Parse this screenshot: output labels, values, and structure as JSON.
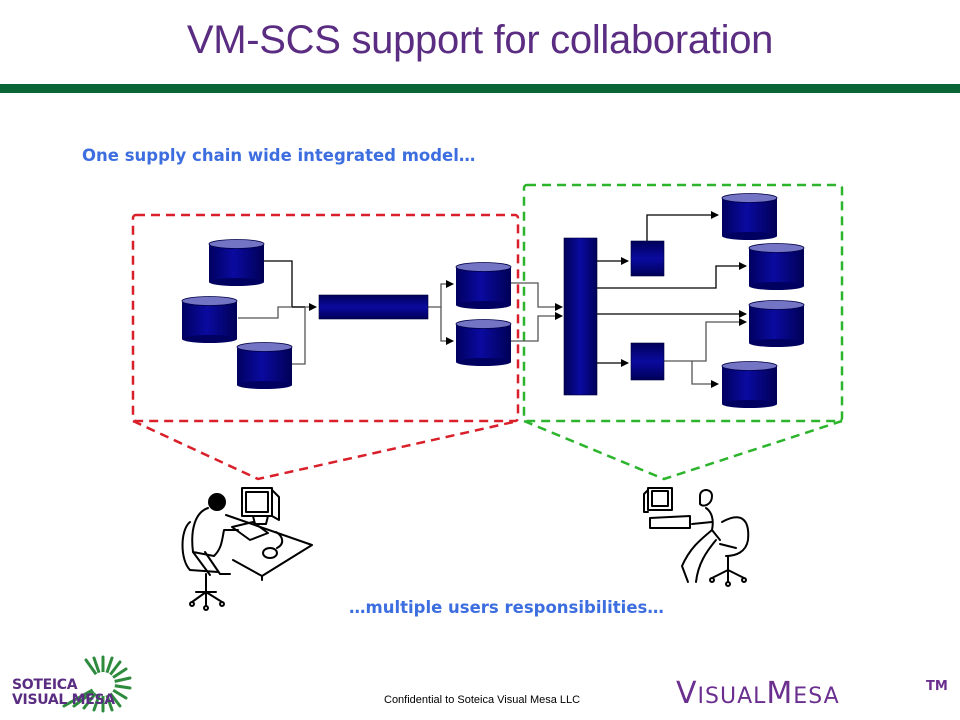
{
  "slide": {
    "title": "VM-SCS support for collaboration",
    "subtitle_top": "One supply chain wide integrated model…",
    "subtitle_bottom": "…multiple users responsibilities…",
    "footer": "Confidential to Soteica Visual Mesa LLC"
  },
  "logos": {
    "left_line1": "SOTEICA",
    "left_line2": "VISUAL MESA",
    "right_big1": "V",
    "right_small1": "ISUAL",
    "right_big2": "M",
    "right_small2": "ESA",
    "trademark": "TM"
  },
  "diagram": {
    "regions": [
      {
        "name": "left-user-scope",
        "color": "#d9202a"
      },
      {
        "name": "right-user-scope",
        "color": "#2cb52c"
      }
    ],
    "colors": {
      "node_fill": "#00007a",
      "node_top": "#7474c4",
      "connector": "#000000"
    },
    "users": [
      {
        "name": "male-user-at-desk"
      },
      {
        "name": "female-user-at-desk"
      }
    ]
  }
}
